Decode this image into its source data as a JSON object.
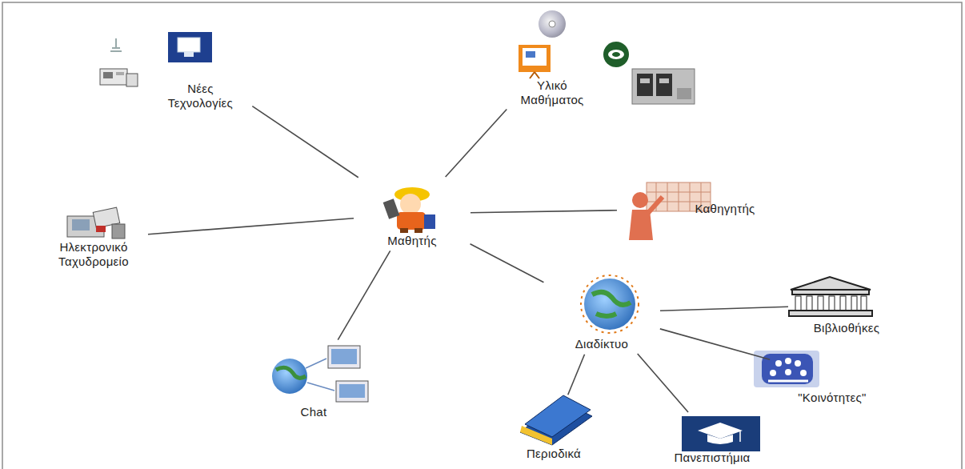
{
  "diagram": {
    "nodes": [
      {
        "text": [
          "Νέες Τεχνολογίες"
        ]
      },
      {
        "text": [
          "Υλικό Μαθήματος"
        ]
      },
      {
        "text": [
          "Μαθητής"
        ]
      },
      {
        "text": [
          "Καθηγητής"
        ]
      },
      {
        "text": [
          "Ηλεκτρονικό Ταχυδρομείο"
        ]
      },
      {
        "text": [
          "Chat"
        ]
      },
      {
        "text": [
          "Διαδίκτυο"
        ]
      },
      {
        "text": [
          "Βιβλιοθήκες"
        ]
      },
      {
        "text": [
          "\"Κοινότητες\""
        ]
      },
      {
        "text": [
          "Περιοδικά"
        ]
      },
      {
        "text": [
          "Πανεπιστήμια"
        ]
      }
    ],
    "edges": [
      {
        "from": 2,
        "to": 0,
        "arrow": "none"
      },
      {
        "from": 2,
        "to": 1,
        "arrow": "none"
      },
      {
        "from": 2,
        "to": 3,
        "arrow": "none"
      },
      {
        "from": 2,
        "to": 4,
        "arrow": "none"
      },
      {
        "from": 2,
        "to": 5,
        "arrow": "none"
      },
      {
        "from": 2,
        "to": 6,
        "arrow": "none"
      },
      {
        "from": 6,
        "to": 7,
        "arrow": "none"
      },
      {
        "from": 6,
        "to": 8,
        "arrow": "none"
      },
      {
        "from": 6,
        "to": 9,
        "arrow": "none"
      },
      {
        "from": 6,
        "to": 10,
        "arrow": "none"
      }
    ]
  }
}
